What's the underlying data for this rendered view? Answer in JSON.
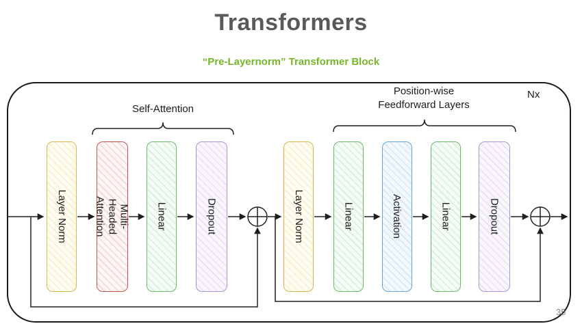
{
  "title": "Transformers",
  "subtitle": "“Pre-Layernorm” Transformer Block",
  "diagram": {
    "nx_label": "Nx",
    "page_number": "35",
    "group_labels": {
      "self_attention": "Self-Attention",
      "ffn_line1": "Position-wise",
      "ffn_line2": "Feedforward Layers"
    },
    "blocks": [
      {
        "label": "Layer Norm",
        "color": "#d6b84e"
      },
      {
        "label": "Multi-Headed Attention",
        "color": "#c4534a"
      },
      {
        "label": "Linear",
        "color": "#6db86d"
      },
      {
        "label": "Dropout",
        "color": "#ac92d2"
      },
      {
        "label": "Layer Norm",
        "color": "#d6b84e"
      },
      {
        "label": "Linear",
        "color": "#6db86d"
      },
      {
        "label": "Activation",
        "color": "#66a3d9"
      },
      {
        "label": "Linear",
        "color": "#6db86d"
      },
      {
        "label": "Dropout",
        "color": "#ac92d2"
      }
    ],
    "colors": {
      "title_gray": "#595959",
      "subtitle_green": "#76b62a",
      "line_black": "#1f1f1f",
      "layer_norm_yellow": "#d6b84e",
      "attention_red": "#c4534a",
      "linear_green": "#6db86d",
      "dropout_purple": "#ac92d2",
      "activation_blue": "#66a3d9"
    }
  }
}
